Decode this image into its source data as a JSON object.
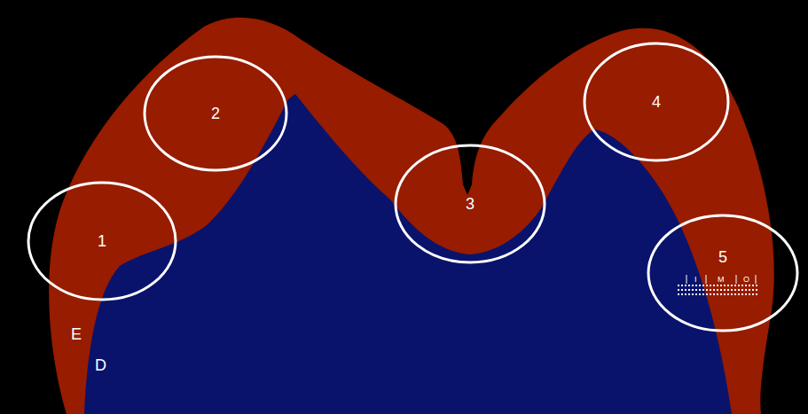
{
  "diagram": {
    "nodes": [
      {
        "text": [
          "1"
        ]
      },
      {
        "text": [
          "2"
        ]
      },
      {
        "text": [
          "3"
        ]
      },
      {
        "text": [
          "4"
        ]
      },
      {
        "text": [
          "5"
        ]
      }
    ],
    "labels": [
      "E",
      "D",
      "I",
      "M",
      "O"
    ]
  }
}
